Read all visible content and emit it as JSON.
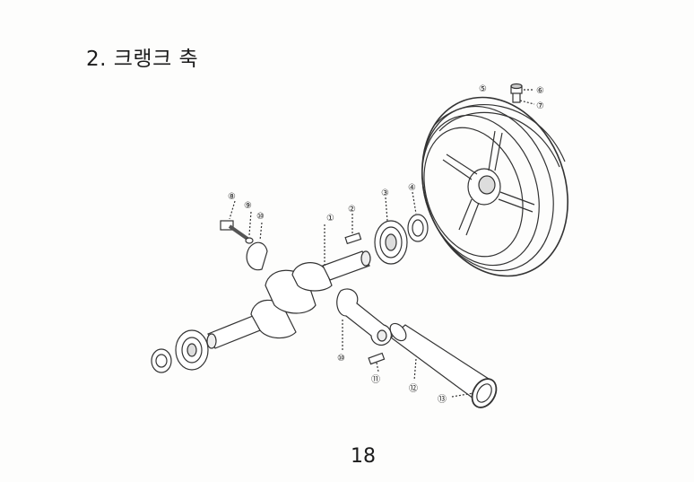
{
  "title": "2. 크랭크 축",
  "page_number": "18",
  "labels": [
    "①",
    "②",
    "③",
    "④",
    "⑤",
    "⑥",
    "⑦",
    "⑧",
    "⑨",
    "⑩",
    "⑩",
    "⑪",
    "⑫",
    "⑬"
  ]
}
